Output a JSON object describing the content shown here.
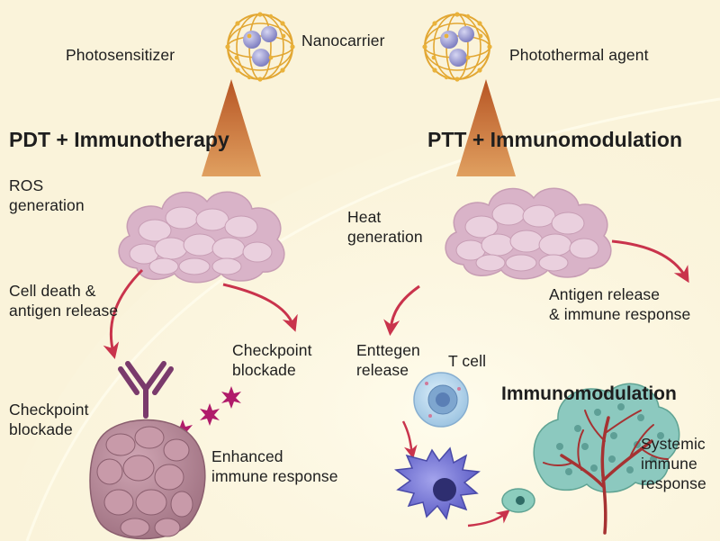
{
  "palette": {
    "background": "#faf3da",
    "background_glow": "#fffbea",
    "cloud": "#d9b3c8",
    "tumor": "#b78896",
    "antibody": "#7a3a6c",
    "spark": "#b01b6a",
    "arrow": "#c9334c",
    "beam": "#c0622a",
    "cage_bond": "#e2a733",
    "cage_sphere": "#8f8fc9",
    "t_cell": "#b9d6ea",
    "dendritic_cell": "#6f6fd0",
    "tree_canopy": "#8cc9bf",
    "tree_trunk": "#a63232"
  },
  "top": {
    "nanocarrier": "Nanocarrier",
    "photosensitizer": "Photosensitizer",
    "photothermal": "Photothermal agent"
  },
  "left": {
    "heading": "PDT + Immunotherapy",
    "ros": "ROS\ngeneration",
    "cell_death": "Cell death &\nantigen release",
    "checkpoint_right": "Checkpoint\nblockade",
    "checkpoint_left": "Checkpoint\nblockade",
    "enhanced": "Enhanced\nimmune response"
  },
  "right": {
    "heading": "PTT + Immunomodulation",
    "heat": "Heat\ngeneration",
    "antigen_release": "Antigen release\n& immune response",
    "enttegen": "Enttegen\nrelease",
    "t_cell": "T cell",
    "immunomodulation": "Immunomodulation",
    "systemic": "Systemic\nimmune\nresponse"
  },
  "icons": [
    "nanocarrier-cage-icon",
    "light-beam-icon",
    "tumor-cloud-icon",
    "antibody-icon",
    "spark-icon",
    "tumor-mass-icon",
    "t-cell-icon",
    "dendritic-cell-icon",
    "macrophage-icon",
    "immune-tree-icon"
  ]
}
